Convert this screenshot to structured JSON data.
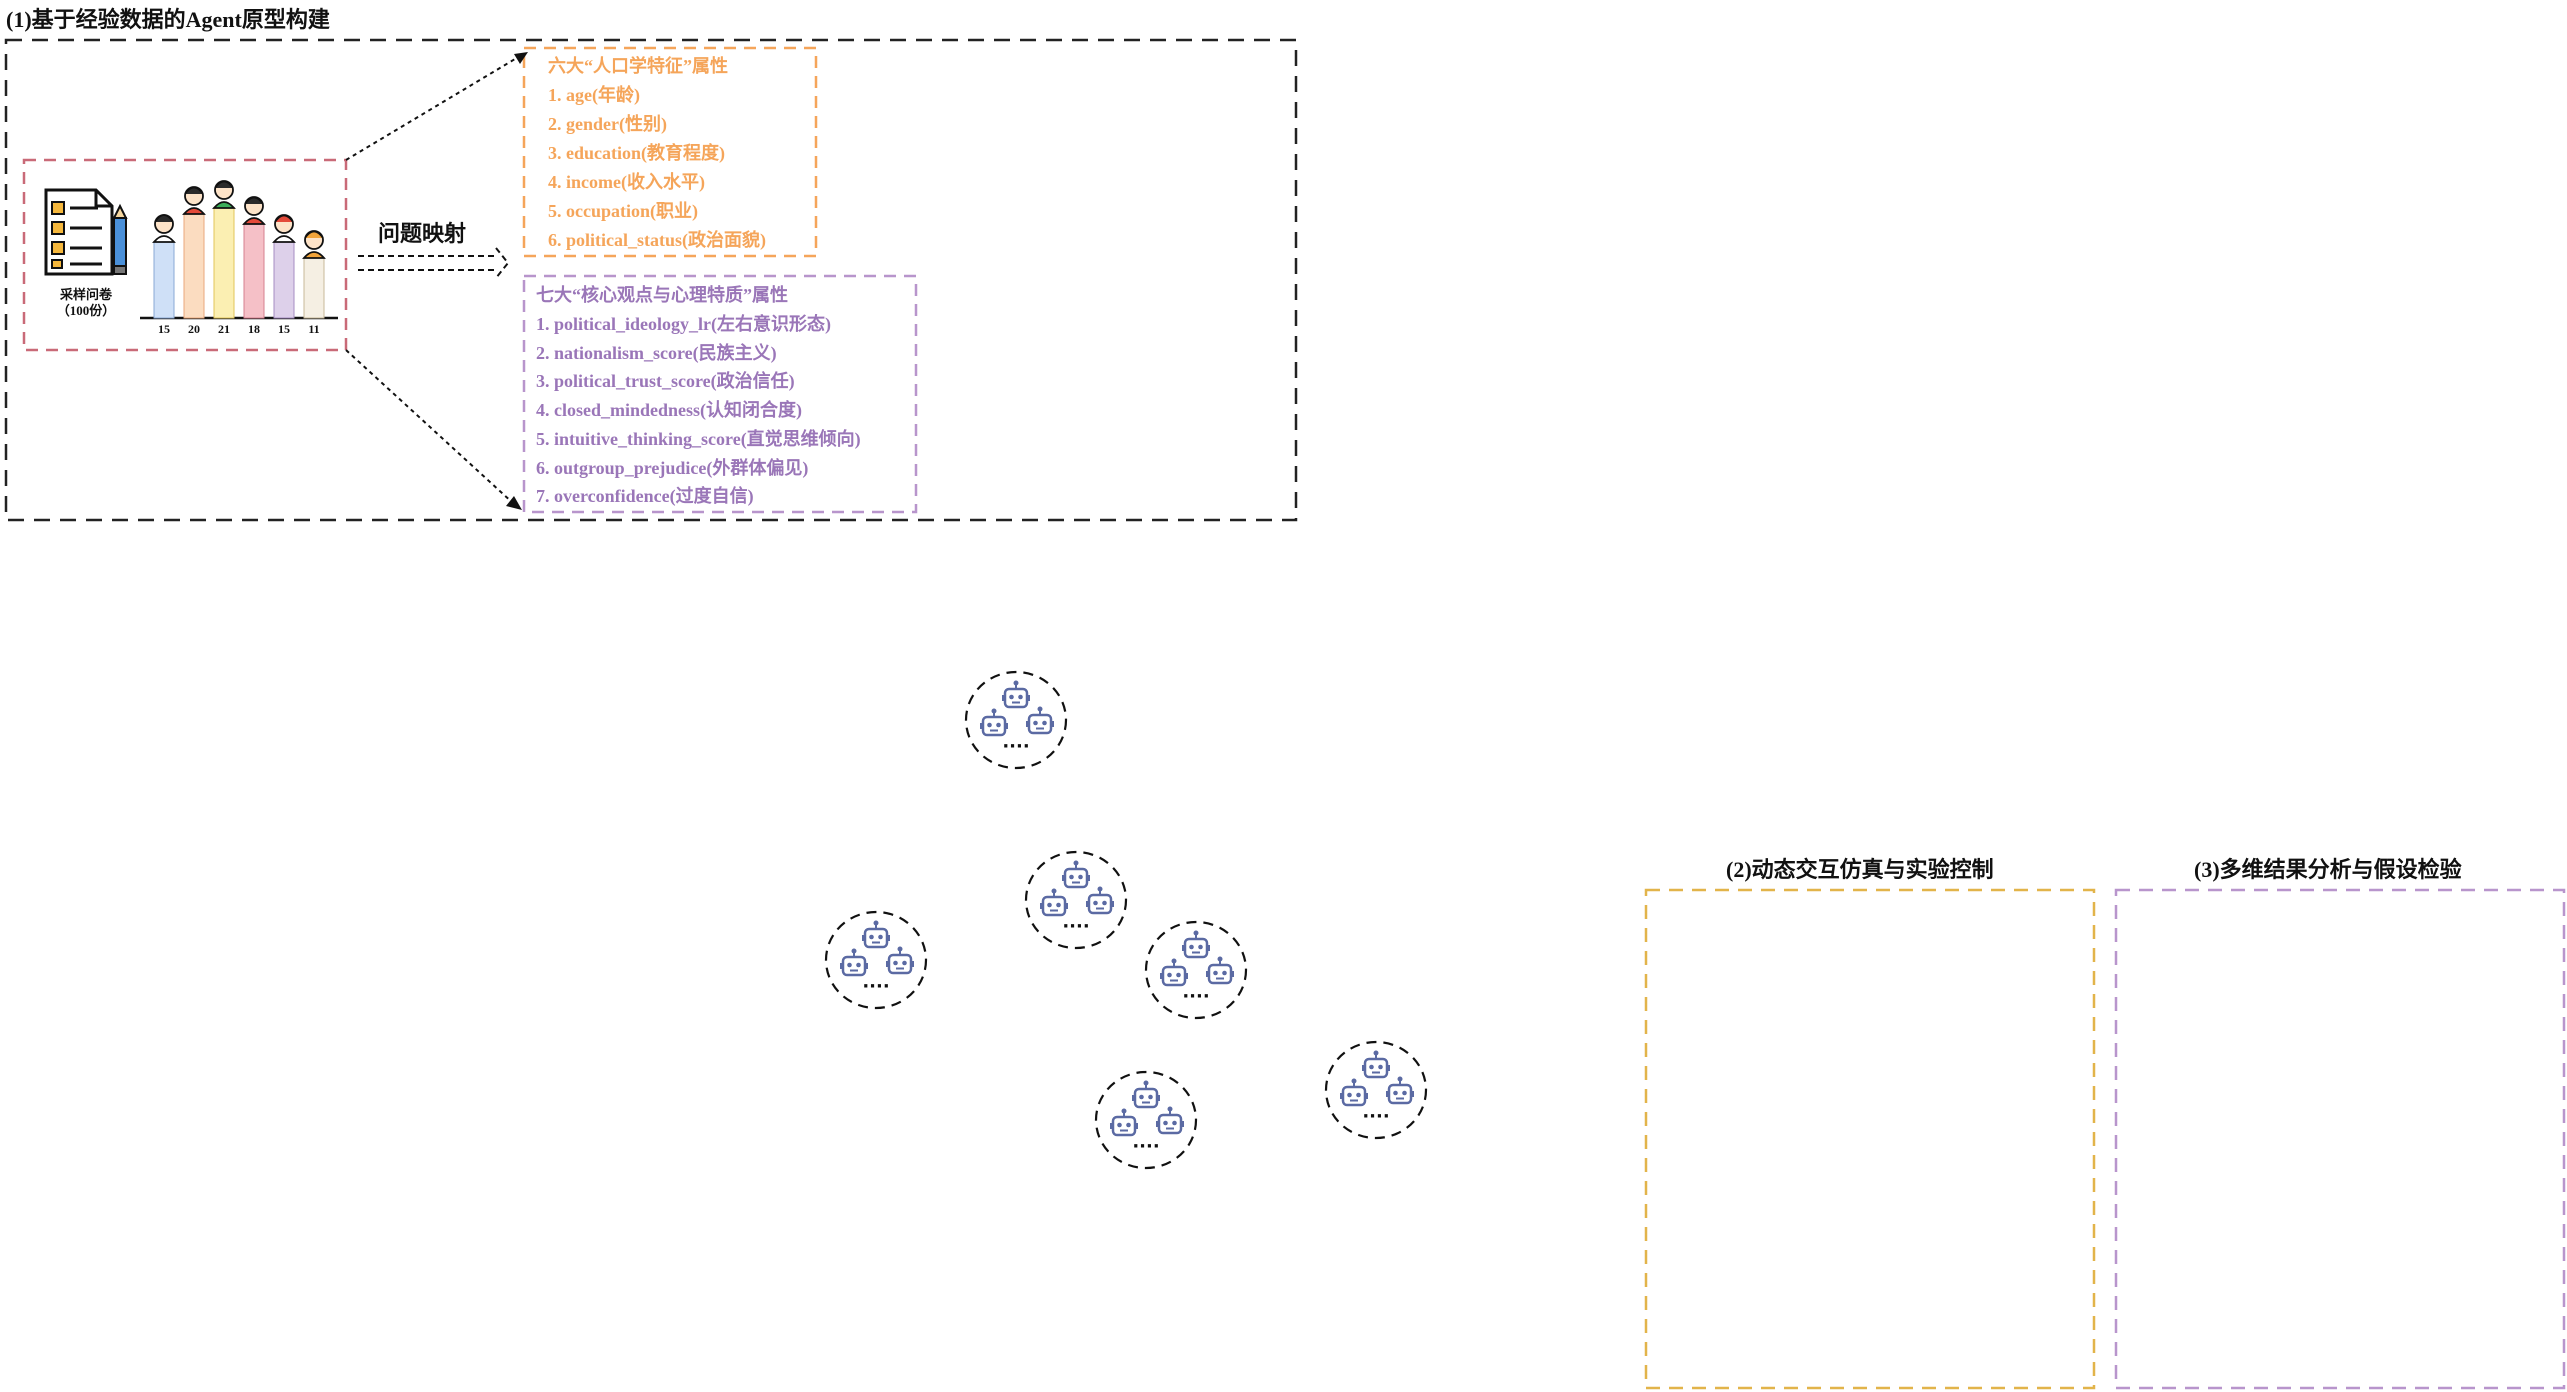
{
  "section1": {
    "title": "(1)基于经验数据的Agent原型构建",
    "questionnaire_label_line1": "采样问卷",
    "questionnaire_label_line2": "（100份）",
    "bar_values": [
      "15",
      "20",
      "21",
      "18",
      "15",
      "11"
    ],
    "mapping_label": "问题映射",
    "demographics": {
      "header": "六大“人口学特征”属性",
      "items": [
        "1. age(年龄)",
        "2. gender(性别)",
        "3. education(教育程度)",
        "4. income(收入水平)",
        "5. occupation(职业)",
        "6. political_status(政治面貌)"
      ]
    },
    "psychology": {
      "header": "七大“核心观点与心理特质”属性",
      "items": [
        "1. political_ideology_lr(左右意识形态)",
        "2. nationalism_score(民族主义)",
        "3. political_trust_score(政治信任)",
        "4. closed_mindedness(认知闭合度)",
        "5. intuitive_thinking_score(直觉思维倾向)",
        "6. outgroup_prejudice(外群体偏见)",
        "7. overconfidence(过度自信)"
      ]
    }
  },
  "agent_clusters": {
    "ellipsis": "····"
  },
  "section2": {
    "title": "(2)动态交互仿真与实验控制"
  },
  "section3": {
    "title": "(3)多维结果分析与假设检验"
  },
  "colors": {
    "orange": "#f5a55a",
    "purple": "#9a76b8",
    "red_dash": "#c96a78",
    "gold_dash": "#e2b44a",
    "lavender_dash": "#b895cc",
    "robot": "#5b6aa3"
  }
}
